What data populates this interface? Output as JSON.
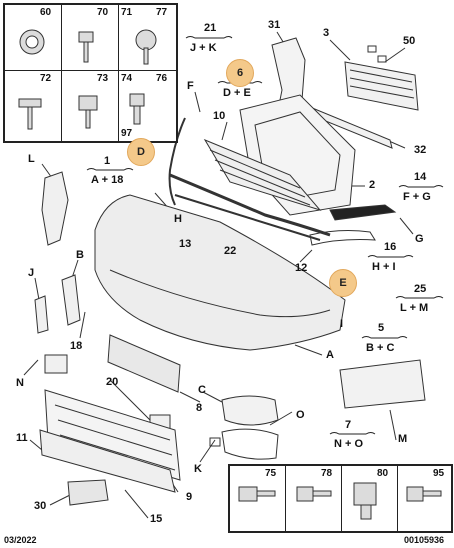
{
  "fastener_box_top": {
    "row1": [
      "60",
      "70",
      "71",
      "77"
    ],
    "row2": [
      "72",
      "73",
      "74",
      "76"
    ],
    "extra": "97"
  },
  "fastener_box_bottom": [
    "75",
    "78",
    "80",
    "95"
  ],
  "callouts": {
    "c21": {
      "num": "21",
      "sub": "J + K"
    },
    "c6": {
      "num": "6",
      "sub": "D + E"
    },
    "c1": {
      "num": "1",
      "sub": "A + 18"
    },
    "c14": {
      "num": "14",
      "sub": "F + G"
    },
    "c16": {
      "num": "16",
      "sub": "H + I"
    },
    "c25": {
      "num": "25",
      "sub": "L + M"
    },
    "c5": {
      "num": "5",
      "sub": "B + C"
    },
    "c7": {
      "num": "7",
      "sub": "N + O"
    }
  },
  "highlight_markers": [
    "6",
    "D",
    "E"
  ],
  "labels": {
    "l31": "31",
    "l3": "3",
    "l50": "50",
    "lF": "F",
    "l10": "10",
    "l32": "32",
    "l2": "2",
    "lL": "L",
    "lH": "H",
    "lG": "G",
    "l13": "13",
    "l22": "22",
    "l12": "12",
    "lB": "B",
    "lJ": "J",
    "lI": "I",
    "l18": "18",
    "lA": "A",
    "lN": "N",
    "l20": "20",
    "lC": "C",
    "l8": "8",
    "lO": "O",
    "lM": "M",
    "l11": "11",
    "lK": "K",
    "l9": "9",
    "l30": "30",
    "l15": "15"
  },
  "footer": {
    "date": "03/2022",
    "ref": "00105936"
  }
}
